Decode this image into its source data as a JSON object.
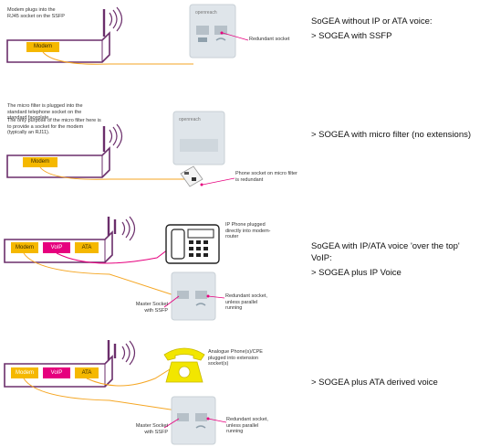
{
  "colors": {
    "router_outline": "#6b2e6b",
    "modem_fill": "#f5b800",
    "voip_fill": "#e6007e",
    "ata_fill": "#f5b800",
    "line_orange": "#f5a623",
    "line_pink": "#e6007e",
    "socket_fill": "#dfe5ea",
    "phone_yellow": "#f2e600"
  },
  "row1": {
    "caption": "Modem plugs into the RJ45 socket on the SSFP",
    "modem_label": "Modem",
    "socket_brand": "openreach",
    "annotation": "Redundant socket",
    "heading": "SoGEA without IP or ATA voice:",
    "bullet": "> SOGEA with SSFP"
  },
  "row2": {
    "caption1": "The micro filter is plugged into the standard telephone socket on the standard faceplate.",
    "caption2": "The only purpose of the micro filter here is to provide a socket for the modem (typically an RJ11).",
    "modem_label": "Modem",
    "socket_brand": "openreach",
    "annotation": "Phone socket on micro filter is redundant",
    "bullet": "> SOGEA with micro filter (no extensions)"
  },
  "row3": {
    "modem_label": "Modem",
    "voip_label": "VoIP",
    "ata_label": "ATA",
    "phone_annotation": "IP Phone plugged directly into modem-router",
    "master_label": "Master Socket with SSFP",
    "socket_annotation": "Redundant socket, unless parallel running",
    "heading": "SoGEA with IP/ATA voice 'over the top' VoIP:",
    "bullet": "> SOGEA plus IP Voice"
  },
  "row4": {
    "modem_label": "Modem",
    "voip_label": "VoIP",
    "ata_label": "ATA",
    "phone_annotation": "Analogue Phone(s)/CPE plugged into extension socket(s)",
    "master_label": "Master Socket with SSFP",
    "socket_annotation": "Redundant socket, unless parallel running",
    "bullet": "> SOGEA plus ATA derived voice"
  }
}
